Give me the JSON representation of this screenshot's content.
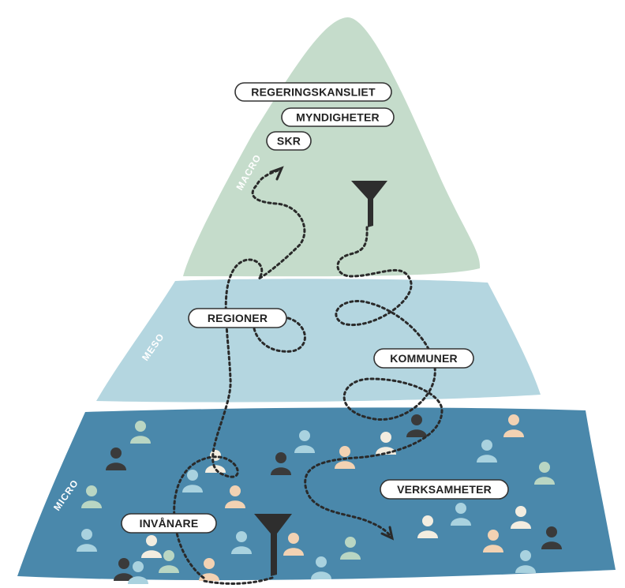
{
  "tiers": {
    "macro": {
      "label": "MACRO",
      "color": "#c5dccb"
    },
    "meso": {
      "label": "MESO",
      "color": "#b4d6e0"
    },
    "micro": {
      "label": "MICRO",
      "color": "#4a88ab"
    }
  },
  "actors": {
    "regeringskansliet": "REGERINGSKANSLIET",
    "myndigheter": "MYNDIGHETER",
    "skr": "SKR",
    "regioner": "REGIONER",
    "kommuner": "KOMMUNER",
    "verksamheter": "VERKSAMHETER",
    "invanare": "INVÅNARE"
  },
  "colors": {
    "pill_border": "#333333",
    "funnel": "#2e2e2e",
    "path": "#2a2a2a",
    "person_palette": [
      "#3a3a3a",
      "#b9d6c3",
      "#a9d2df",
      "#f2d2b3",
      "#f3ede0"
    ]
  }
}
